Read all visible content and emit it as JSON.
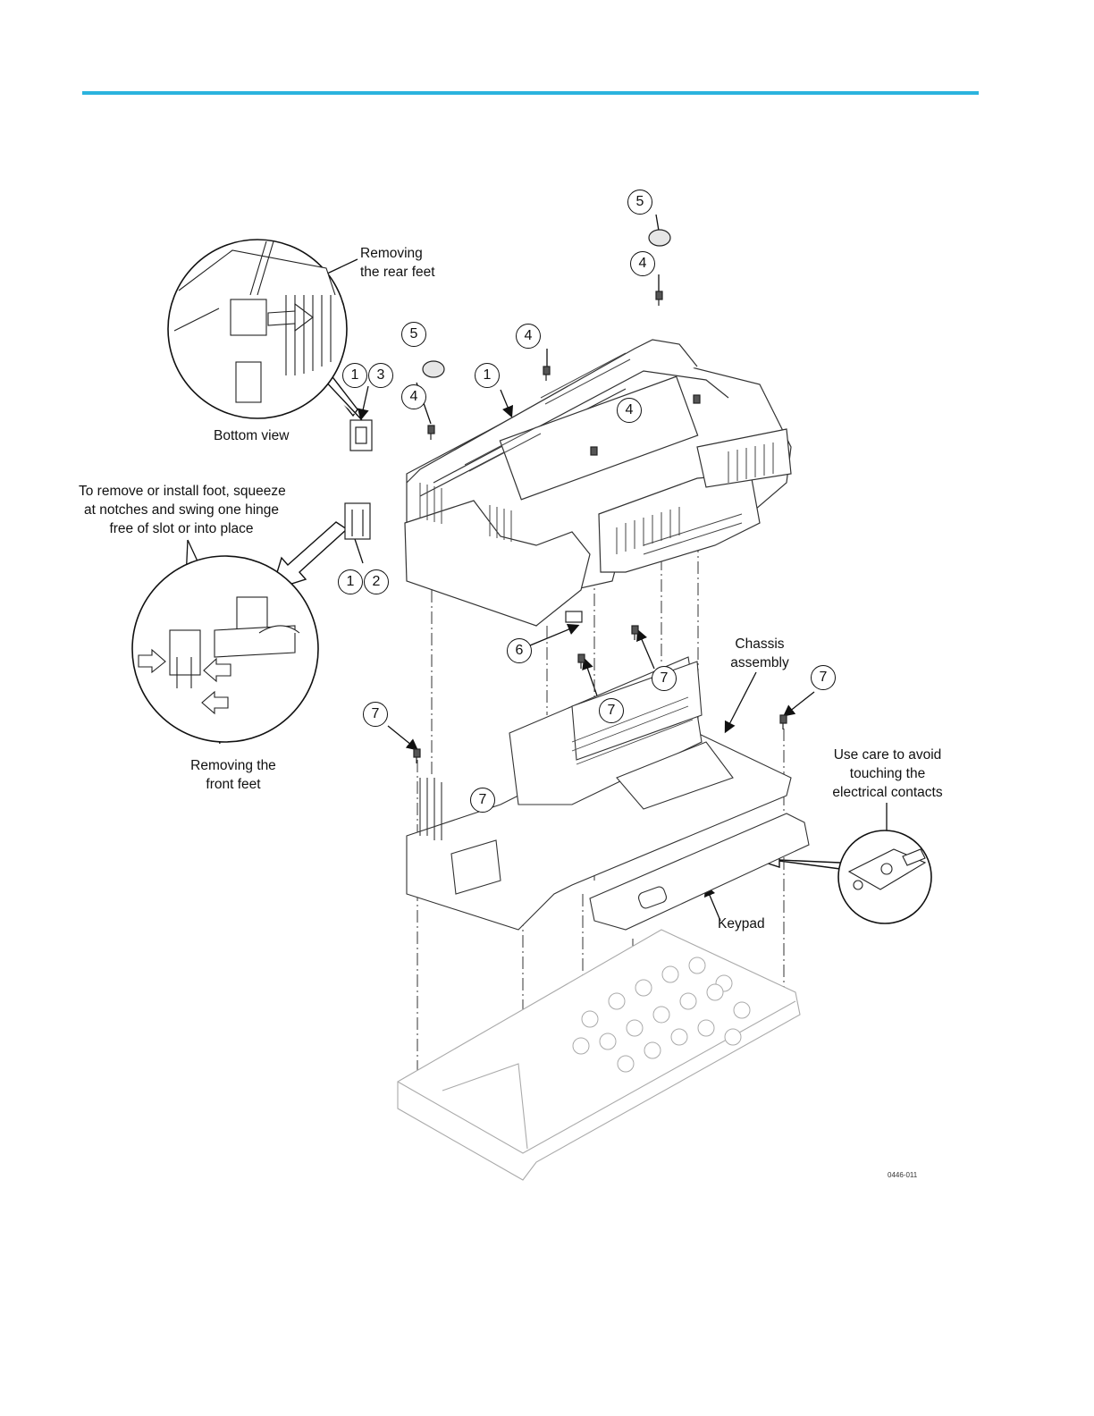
{
  "page": {
    "accent_color": "#2bb3de"
  },
  "labels": {
    "rear_feet": "Removing\nthe rear feet",
    "bottom_view": "Bottom view",
    "foot_instructions": "To remove or install foot, squeeze\nat notches and swing one hinge\nfree of slot or into place",
    "front_feet": "Removing the\nfront feet",
    "chassis": "Chassis\nassembly",
    "contacts_note": "Use care to avoid\ntouching the\nelectrical contacts",
    "keypad": "Keypad",
    "figure_id": "0446-011"
  },
  "callouts": [
    "5",
    "4",
    "5",
    "4",
    "1",
    "3",
    "1",
    "4",
    "4",
    "1",
    "2",
    "6",
    "7",
    "7",
    "7",
    "7",
    "7"
  ]
}
